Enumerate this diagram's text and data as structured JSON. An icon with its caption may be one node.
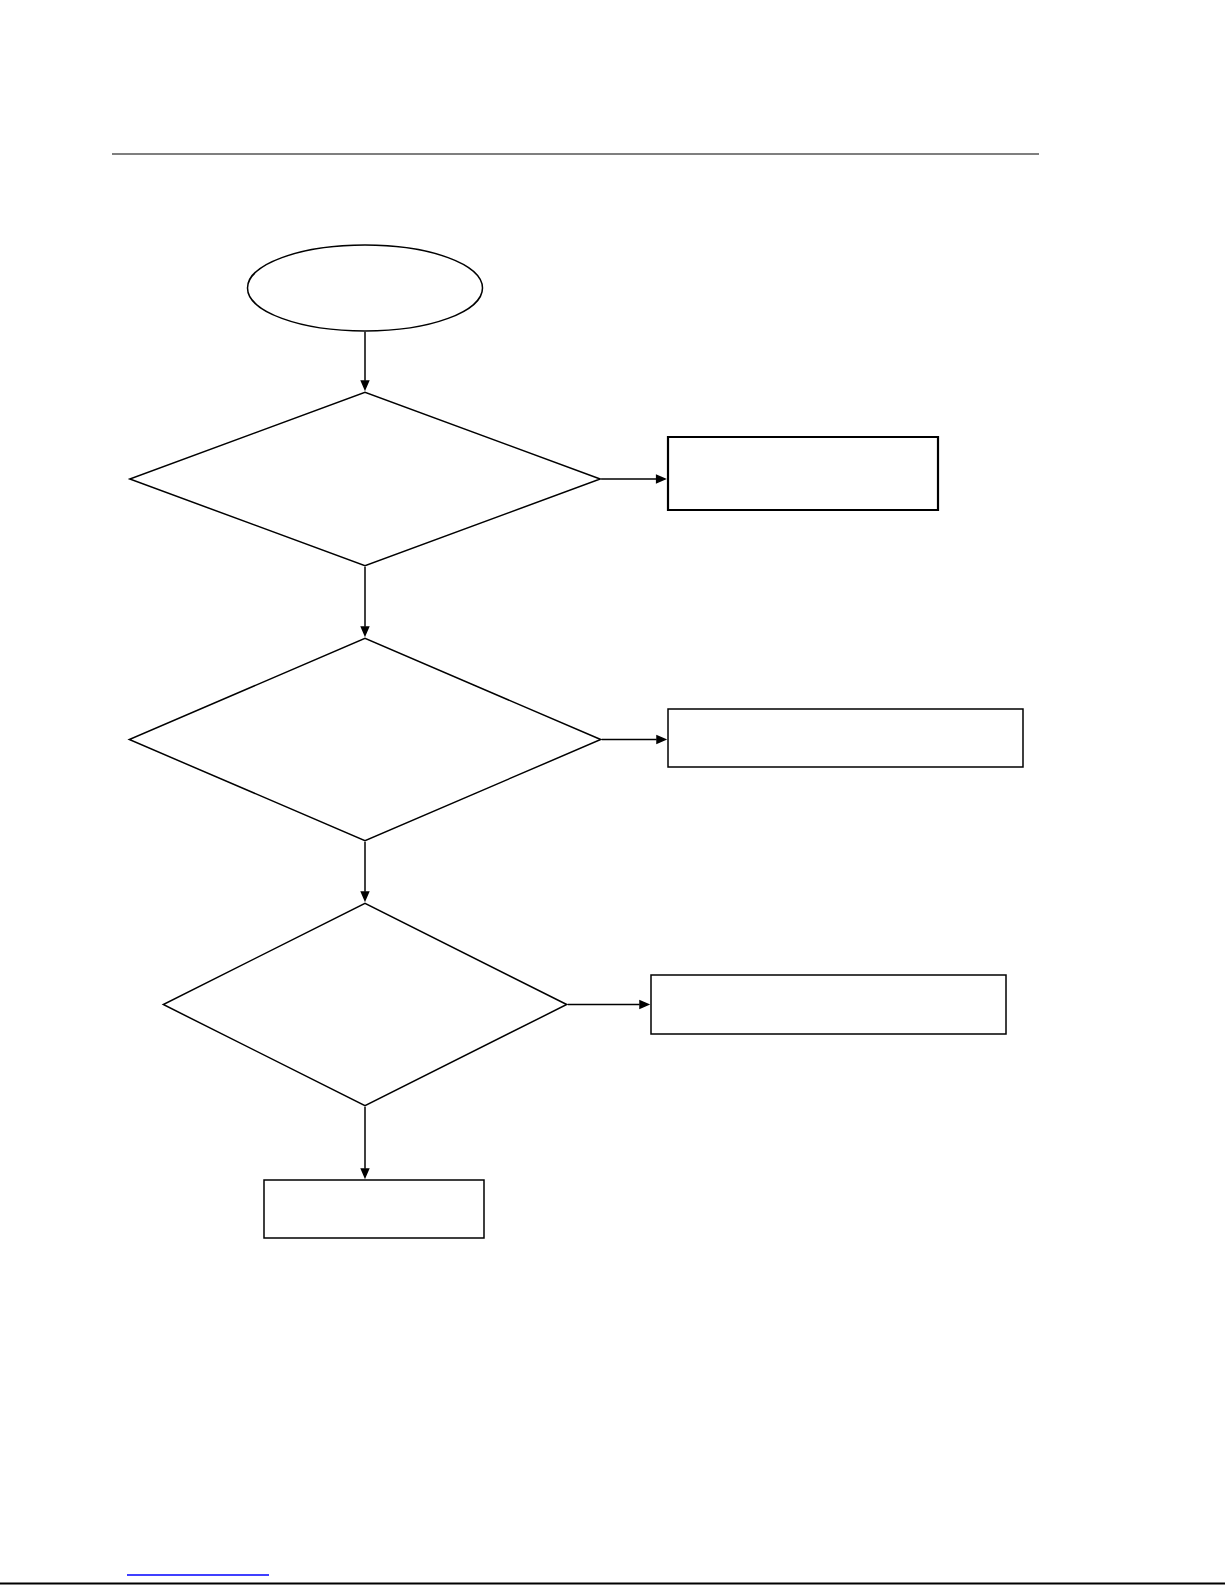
{
  "diagram": {
    "nodes": [
      {
        "text": [],
        "shape": "ellipse"
      },
      {
        "text": [],
        "shape": "diamond"
      },
      {
        "text": [],
        "shape": "box"
      },
      {
        "text": [],
        "shape": "diamond"
      },
      {
        "text": [],
        "shape": "box"
      },
      {
        "text": [],
        "shape": "diamond"
      },
      {
        "text": [],
        "shape": "box"
      },
      {
        "text": [],
        "shape": "box"
      }
    ],
    "edges": [
      {
        "from": 0,
        "to": 1,
        "arrow": "to"
      },
      {
        "from": 1,
        "to": 2,
        "arrow": "to"
      },
      {
        "from": 1,
        "to": 3,
        "arrow": "to"
      },
      {
        "from": 3,
        "to": 4,
        "arrow": "to"
      },
      {
        "from": 3,
        "to": 5,
        "arrow": "to"
      },
      {
        "from": 5,
        "to": 6,
        "arrow": "to"
      },
      {
        "from": 5,
        "to": 7,
        "arrow": "to"
      }
    ]
  }
}
